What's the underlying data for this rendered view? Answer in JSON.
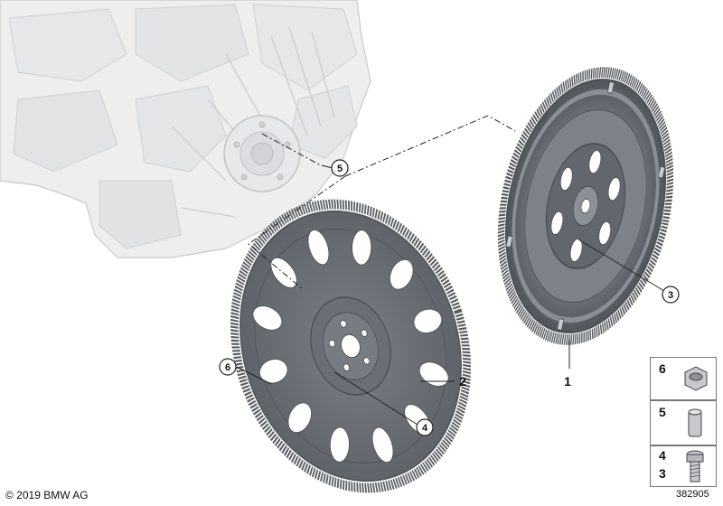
{
  "callouts": {
    "c5": "5",
    "c3": "3",
    "c6": "6",
    "c4": "4"
  },
  "part_labels": {
    "p1": "1",
    "p2": "2"
  },
  "legend": {
    "box1": {
      "numbers": [
        "6"
      ]
    },
    "box2": {
      "numbers": [
        "5"
      ]
    },
    "box3": {
      "numbers": [
        "4",
        "3"
      ]
    }
  },
  "footer": {
    "copyright": "© 2019 BMW AG",
    "diagram_id": "382905"
  }
}
